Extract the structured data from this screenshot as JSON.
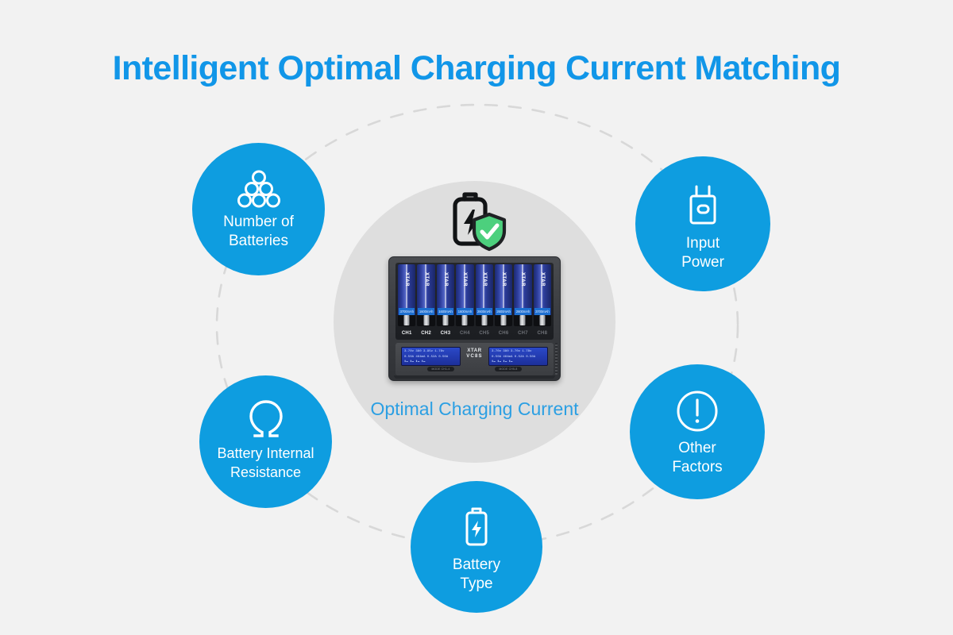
{
  "page": {
    "title": "Intelligent Optimal Charging Current Matching",
    "background_color": "#f2f2f2",
    "accent_color": "#0e9de0",
    "title_color": "#1196e8"
  },
  "center": {
    "caption": "Optimal Charging\nCurrent",
    "caption_color": "#2b9fe3",
    "disc_color": "#dedede",
    "status_icon": "battery-shield-check-icon",
    "shield_color": "#4cd07d"
  },
  "device": {
    "brand_line1": "XTAR",
    "brand_line2": "VC8S",
    "channels": [
      {
        "label": "CH1",
        "active": true,
        "capacity": "3700mAh"
      },
      {
        "label": "CH2",
        "active": true,
        "capacity": "1600mAh"
      },
      {
        "label": "CH3",
        "active": true,
        "capacity": "1600mAh"
      },
      {
        "label": "CH4",
        "active": false,
        "capacity": "1600mAh"
      },
      {
        "label": "CH5",
        "active": false,
        "capacity": "2600mAh"
      },
      {
        "label": "CH6",
        "active": false,
        "capacity": "2600mAh"
      },
      {
        "label": "CH7",
        "active": false,
        "capacity": "2600mAh"
      },
      {
        "label": "CH8",
        "active": false,
        "capacity": "3700mAh"
      }
    ],
    "cell_brand": "XTAR",
    "lcd_left": {
      "rows": [
        [
          "3.70v",
          "380",
          "3.95v",
          "1.78v"
        ],
        [
          "0.50A",
          "464mA",
          "0.52A",
          "0.50A"
        ]
      ]
    },
    "lcd_right": {
      "rows": [
        [
          "3.70v",
          "380",
          "3.70v",
          "1.78v"
        ],
        [
          "0.50A",
          "464mA",
          "0.52A",
          "0.50A"
        ]
      ]
    },
    "buttons": [
      {
        "label": "MODE  CH1-4"
      },
      {
        "label": "MODE  CH5-8"
      }
    ]
  },
  "factors": [
    {
      "id": "number-of-batteries",
      "label": "Number of\nBatteries",
      "icon": "battery-stack-circles-icon"
    },
    {
      "id": "battery-internal-resistance",
      "label": "Battery Internal\nResistance",
      "icon": "ohm-symbol-icon"
    },
    {
      "id": "input-power",
      "label": "Input\nPower",
      "icon": "power-adapter-plug-icon"
    },
    {
      "id": "other-factors",
      "label": "Other\nFactors",
      "icon": "exclamation-circle-icon"
    },
    {
      "id": "battery-type",
      "label": "Battery\nType",
      "icon": "battery-bolt-icon"
    }
  ],
  "connector": {
    "style": "dashed-ring",
    "color": "#d6d6d6"
  }
}
